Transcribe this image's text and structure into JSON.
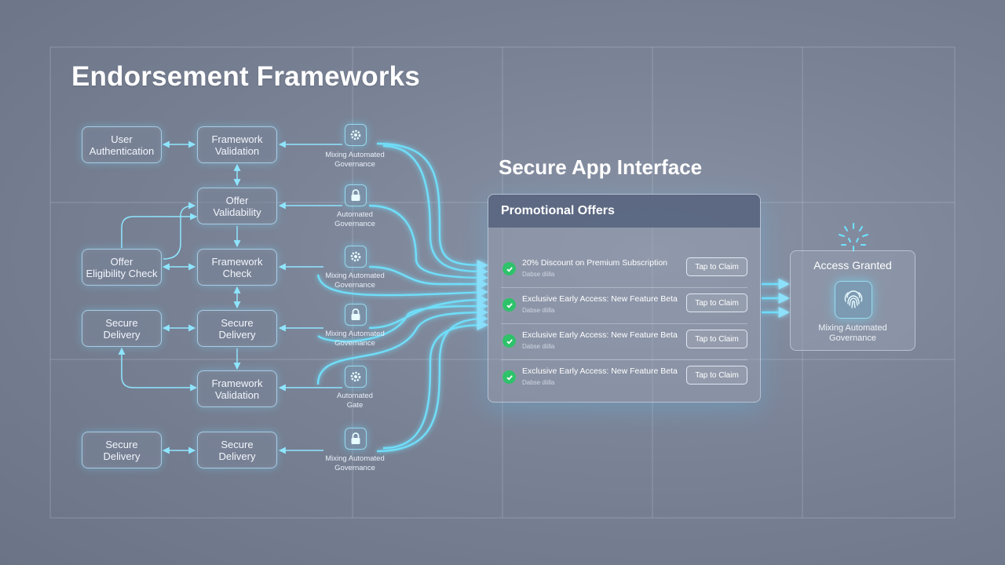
{
  "title": "Endorsement Frameworks",
  "subtitle": "Secure App Interface",
  "nodes": {
    "user_auth": "User\nAuthentication",
    "framework_validation_1": "Framework\nValidation",
    "offer_validability": "Offer\nValidability",
    "offer_eligibility": "Offer\nEligibility Check",
    "framework_check": "Framework\nCheck",
    "secure_delivery_left_1": "Secure\nDelivery",
    "secure_delivery_mid_1": "Secure\nDelivery",
    "framework_validation_2": "Framework\nValidation",
    "secure_delivery_left_2": "Secure\nDelivery",
    "secure_delivery_mid_2": "Secure\nDelivery"
  },
  "gates": [
    {
      "icon": "gear-icon",
      "label": "Mixing Automated\nGovernance"
    },
    {
      "icon": "lock-icon",
      "label": "Automated\nGovernance"
    },
    {
      "icon": "gear-icon",
      "label": "Mixing Automated\nGovernance"
    },
    {
      "icon": "lock-icon",
      "label": "Mixing Automated\nGovernance"
    },
    {
      "icon": "gear-icon",
      "label": "Automated\nGate"
    },
    {
      "icon": "lock-icon",
      "label": "Mixing Automated\nGovernance"
    }
  ],
  "panel": {
    "header": "Promotional Offers",
    "offers": [
      {
        "title": "20% Discount on Premium Subscription",
        "sub": "Dabse diilla",
        "button": "Tap to Claim"
      },
      {
        "title": "Exclusive Early Access: New Feature Beta",
        "sub": "Dabse diilla",
        "button": "Tap to Claim"
      },
      {
        "title": "Exclusive Early Access: New Feature Beta",
        "sub": "Dabse diilla",
        "button": "Tap to Claim"
      },
      {
        "title": "Exclusive Early Access: New Feature Beta",
        "sub": "Dabse diilla",
        "button": "Tap to Claim"
      }
    ]
  },
  "access": {
    "title": "Access Granted",
    "icon": "fingerprint-icon",
    "subtitle": "Mixing Automated\nGovernance"
  },
  "colors": {
    "wire": "#6fe3ff",
    "check": "#2ec26a",
    "panel_header": "#55627c"
  }
}
